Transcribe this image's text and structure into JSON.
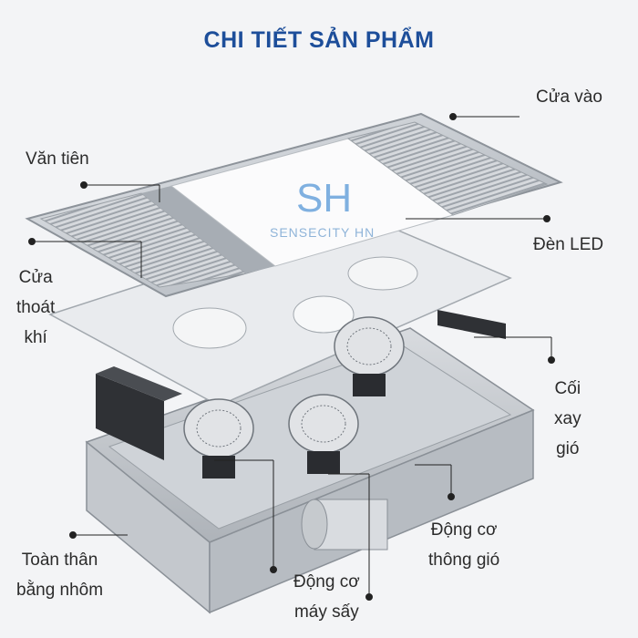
{
  "title": "CHI TIẾT SẢN PHẨM",
  "logo": {
    "monogram": "SH",
    "text": "SENSECITY HN"
  },
  "labels": {
    "inlet": "Cửa vào",
    "grille": "Văn tiên",
    "led": "Đèn LED",
    "exhaust": [
      "Cửa",
      "thoát",
      "khí"
    ],
    "fan": [
      "Cối",
      "xay",
      "gió"
    ],
    "vent_motor": [
      "Động cơ",
      "thông gió"
    ],
    "body": [
      "Toàn thân",
      "bằng nhôm"
    ],
    "dryer_motor": [
      "Động cơ",
      "máy sấy"
    ]
  },
  "colors": {
    "title": "#1d4e9a",
    "text": "#2b2b2b",
    "logo_orange": "#f2a05a",
    "logo_blue": "#7fb0e0",
    "metal": "#c9cdd2"
  }
}
